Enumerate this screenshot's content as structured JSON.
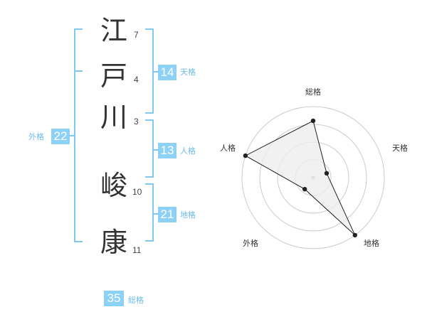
{
  "characters": [
    {
      "char": "江",
      "strokes": "7"
    },
    {
      "char": "戸",
      "strokes": "4"
    },
    {
      "char": "川",
      "strokes": "3"
    },
    {
      "char": "峻",
      "strokes": "10"
    },
    {
      "char": "康",
      "strokes": "11"
    }
  ],
  "kaku": {
    "tenkaku": {
      "value": "14",
      "label": "天格"
    },
    "jinkaku": {
      "value": "13",
      "label": "人格"
    },
    "chikaku": {
      "value": "21",
      "label": "地格"
    },
    "gaikaku": {
      "value": "22",
      "label": "外格"
    },
    "soukaku": {
      "value": "35",
      "label": "総格"
    }
  },
  "chart_data": {
    "type": "radar",
    "axes": [
      "総格",
      "天格",
      "地格",
      "外格",
      "人格"
    ],
    "values": [
      0.8,
      0.2,
      1.0,
      0.2,
      1.0
    ],
    "ring_count": 4,
    "colors": {
      "fill": "#eeeeee",
      "stroke": "#222222",
      "grid": "#cccccc",
      "center": "#bbbbbb"
    }
  },
  "colors": {
    "accent": "#8ed1f7",
    "bracket": "#81c7f0",
    "label": "#6cbcea"
  }
}
